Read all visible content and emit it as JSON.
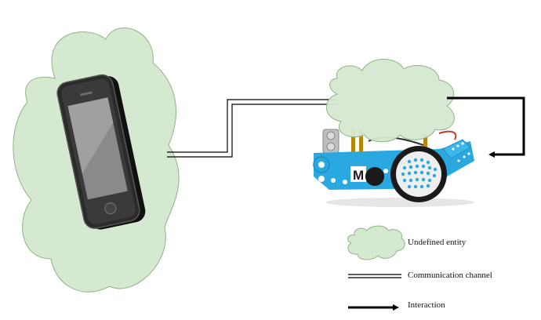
{
  "legend": {
    "undefined_entity": "Undefined entity",
    "communication_channel": "Communication channel",
    "interaction": "Interaction"
  },
  "colors": {
    "cloud_fill": "#d5e8d0",
    "cloud_stroke": "#8fb585",
    "robot_blue": "#29a9e0",
    "line": "#000000"
  },
  "icons": [
    "smartphone-icon",
    "robot-icon"
  ]
}
